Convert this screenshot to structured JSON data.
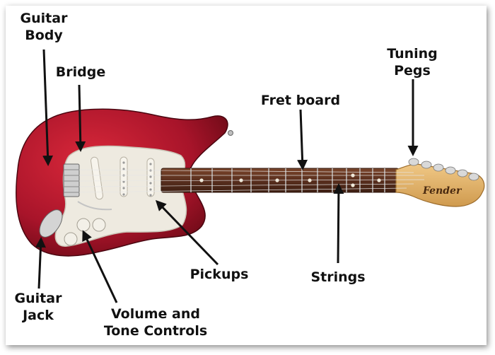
{
  "labels": {
    "guitar_body": [
      "Guitar",
      "Body"
    ],
    "bridge": "Bridge",
    "fret_board": "Fret board",
    "tuning_pegs": [
      "Tuning",
      "Pegs"
    ],
    "pickups": "Pickups",
    "strings": "Strings",
    "guitar_jack": [
      "Guitar",
      "Jack"
    ],
    "volume_tone": [
      "Volume and",
      "Tone Controls"
    ]
  },
  "headstock_logo": "Fender",
  "colors": {
    "body": "#b0172a",
    "body_dark": "#6e0a16",
    "pickguard": "#eeeae0",
    "fretboard": "#5a2f1e",
    "headstock": "#e2b36a",
    "arrow": "#111111"
  }
}
